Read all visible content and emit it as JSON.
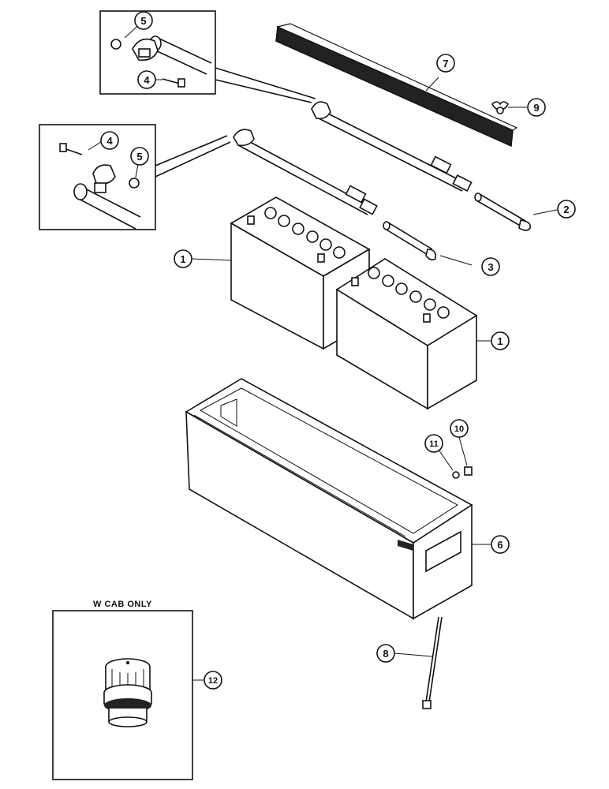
{
  "callouts": [
    {
      "num": "1"
    },
    {
      "num": "1"
    },
    {
      "num": "2"
    },
    {
      "num": "3"
    },
    {
      "num": "4"
    },
    {
      "num": "4"
    },
    {
      "num": "5"
    },
    {
      "num": "5"
    },
    {
      "num": "6"
    },
    {
      "num": "7"
    },
    {
      "num": "8"
    },
    {
      "num": "9"
    },
    {
      "num": "10"
    },
    {
      "num": "11"
    },
    {
      "num": "12"
    }
  ],
  "inset_caption": "W CAB ONLY",
  "colors": {
    "ink": "#111111",
    "paper": "#ffffff",
    "shade": "#222222"
  }
}
